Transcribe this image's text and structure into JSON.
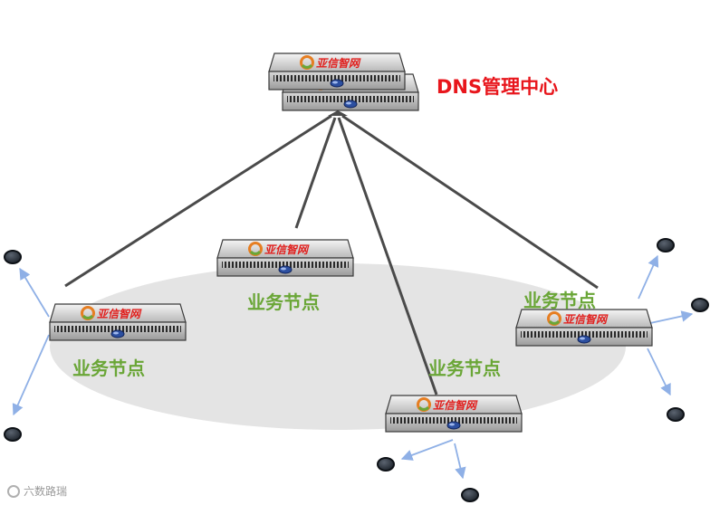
{
  "labels": {
    "dns_center": "DNS管理中心",
    "business_node": "业务节点"
  },
  "brand": "亚信智网",
  "watermark": "六数路瑞",
  "colors": {
    "link_line": "#4a4a4a",
    "client_arrow": "#8fb0e6",
    "zone_fill": "#e4e4e4",
    "label_green": "#6aa637",
    "label_red": "#e8161c",
    "brand_red": "#e1201e"
  },
  "icons": {
    "server": "rack-server-icon",
    "client": "client-node-icon"
  }
}
